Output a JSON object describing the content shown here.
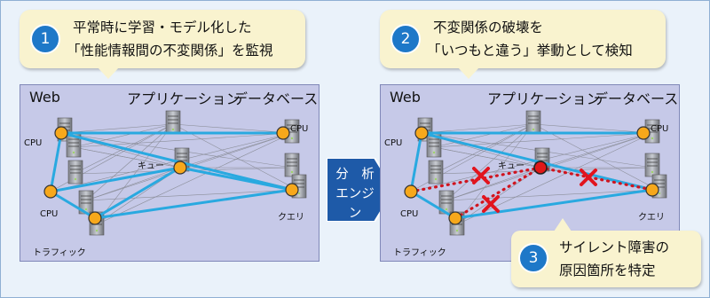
{
  "step1": {
    "number": "1",
    "line1": "平常時に学習・モデル化した",
    "line2": "「性能情報間の不変関係」を監視"
  },
  "step2": {
    "number": "2",
    "line1": "不変関係の破壊を",
    "line2": "「いつもと違う」挙動として検知"
  },
  "step3": {
    "number": "3",
    "line1": "サイレント障害の",
    "line2": "原因箇所を特定"
  },
  "left_panel": {
    "web": "Web",
    "app": "アプリケーション",
    "db": "データベース",
    "cpu_a": "CPU",
    "cpu_b": "CPU",
    "cpu_c": "CPU",
    "queue": "キュー",
    "query": "クエリ",
    "traffic": "トラフィック"
  },
  "right_panel": {
    "web": "Web",
    "app": "アプリケーション",
    "db": "データベース",
    "cpu_a": "CPU",
    "cpu_b": "CPU",
    "cpu_c": "CPU",
    "queue": "キュー",
    "query": "クエリ",
    "traffic": "トラフィック"
  },
  "engine": {
    "line1": "分　析",
    "line2": "エンジン"
  },
  "colors": {
    "relation_line": "#29a9e0",
    "broken_line": "#d0141e",
    "node": "#f7a81b",
    "callout_bg": "#f9f3cf",
    "panel_bg": "#c6c9e8",
    "step_badge": "#1e78c8",
    "engine_arrow": "#1e5aa8"
  },
  "icons": [
    "server-icon",
    "metric-node-icon",
    "cross-mark-icon"
  ]
}
